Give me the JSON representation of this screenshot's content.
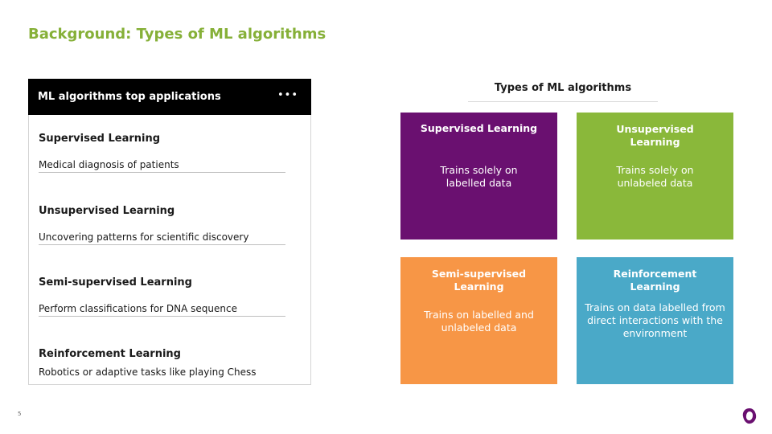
{
  "slide": {
    "title": "Background: Types of ML algorithms",
    "page_number": "5"
  },
  "panel": {
    "header": "ML algorithms top applications",
    "more_icon": "more-horizontal-icon",
    "items": [
      {
        "name": "Supervised Learning",
        "application": "Medical diagnosis of patients"
      },
      {
        "name": "Unsupervised Learning",
        "application": "Uncovering patterns for scientific discovery"
      },
      {
        "name": "Semi-supervised Learning",
        "application": "Perform classifications for DNA sequence"
      },
      {
        "name": "Reinforcement Learning",
        "application": "Robotics or adaptive tasks like playing Chess"
      }
    ]
  },
  "types": {
    "heading": "Types of ML algorithms",
    "cards": [
      {
        "title": "Supervised Learning",
        "description": "Trains solely on labelled data",
        "color": "#6a1070"
      },
      {
        "title": "Unsupervised Learning",
        "description": "Trains solely on unlabeled data",
        "color": "#8ab83a"
      },
      {
        "title": "Semi-supervised Learning",
        "description": "Trains on labelled and unlabeled data",
        "color": "#f79646"
      },
      {
        "title": "Reinforcement Learning",
        "description": "Trains on data labelled from direct interactions with the environment",
        "color": "#4aa9c8"
      }
    ]
  },
  "brand": {
    "logo_icon": "brand-logo-icon",
    "logo_color": "#6a1070"
  }
}
